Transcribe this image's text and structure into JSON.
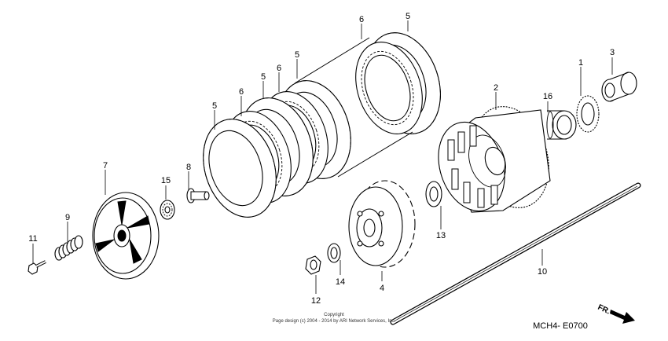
{
  "diagram": {
    "callouts": [
      {
        "id": "c1",
        "label": "1"
      },
      {
        "id": "c2",
        "label": "2"
      },
      {
        "id": "c3",
        "label": "3"
      },
      {
        "id": "c4",
        "label": "4"
      },
      {
        "id": "c5a",
        "label": "5"
      },
      {
        "id": "c5b",
        "label": "5"
      },
      {
        "id": "c5c",
        "label": "5"
      },
      {
        "id": "c5d",
        "label": "5"
      },
      {
        "id": "c6a",
        "label": "6"
      },
      {
        "id": "c6b",
        "label": "6"
      },
      {
        "id": "c6c",
        "label": "6"
      },
      {
        "id": "c7",
        "label": "7"
      },
      {
        "id": "c8",
        "label": "8"
      },
      {
        "id": "c9",
        "label": "9"
      },
      {
        "id": "c10",
        "label": "10"
      },
      {
        "id": "c11",
        "label": "11"
      },
      {
        "id": "c12",
        "label": "12"
      },
      {
        "id": "c13",
        "label": "13"
      },
      {
        "id": "c14",
        "label": "14"
      },
      {
        "id": "c15",
        "label": "15"
      },
      {
        "id": "c16",
        "label": "16"
      }
    ],
    "copyright_line1": "Copyright",
    "copyright_line2": "Page design (c) 2004 - 2014 by ARI Network Services, Inc.",
    "diagram_code": "MCH4- E0700",
    "direction_label": "FR."
  }
}
